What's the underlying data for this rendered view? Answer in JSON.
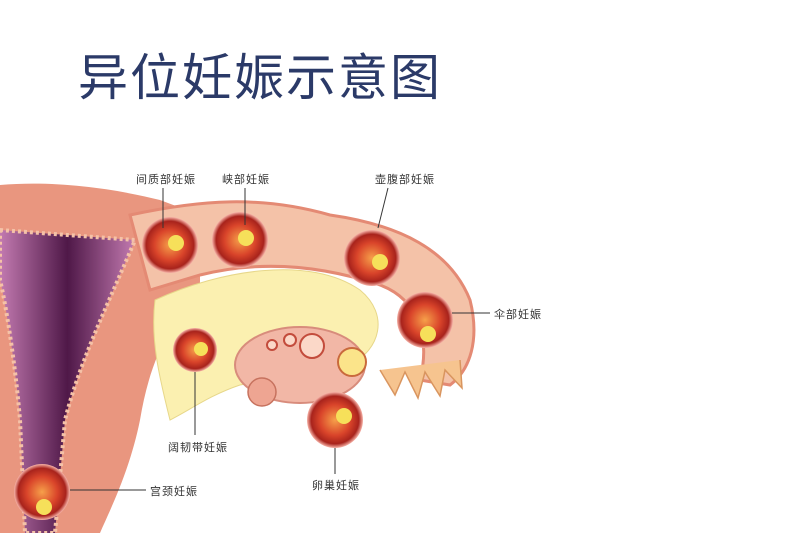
{
  "title": "异位妊娠示意图",
  "labels": {
    "interstitial": "间质部妊娠",
    "isthmic": "峡部妊娠",
    "ampullary": "壶腹部妊娠",
    "fimbrial": "伞部妊娠",
    "broad_ligament": "阔韧带妊娠",
    "ovarian": "卵巢妊娠",
    "cervical": "宫颈妊娠"
  },
  "colors": {
    "uterus": "#e9967f",
    "cavity": "#7a2e6e",
    "tube": "#f4c2a8",
    "ligament": "#fbf0b0",
    "sac": "#c0392b",
    "title": "#2b3a68"
  }
}
